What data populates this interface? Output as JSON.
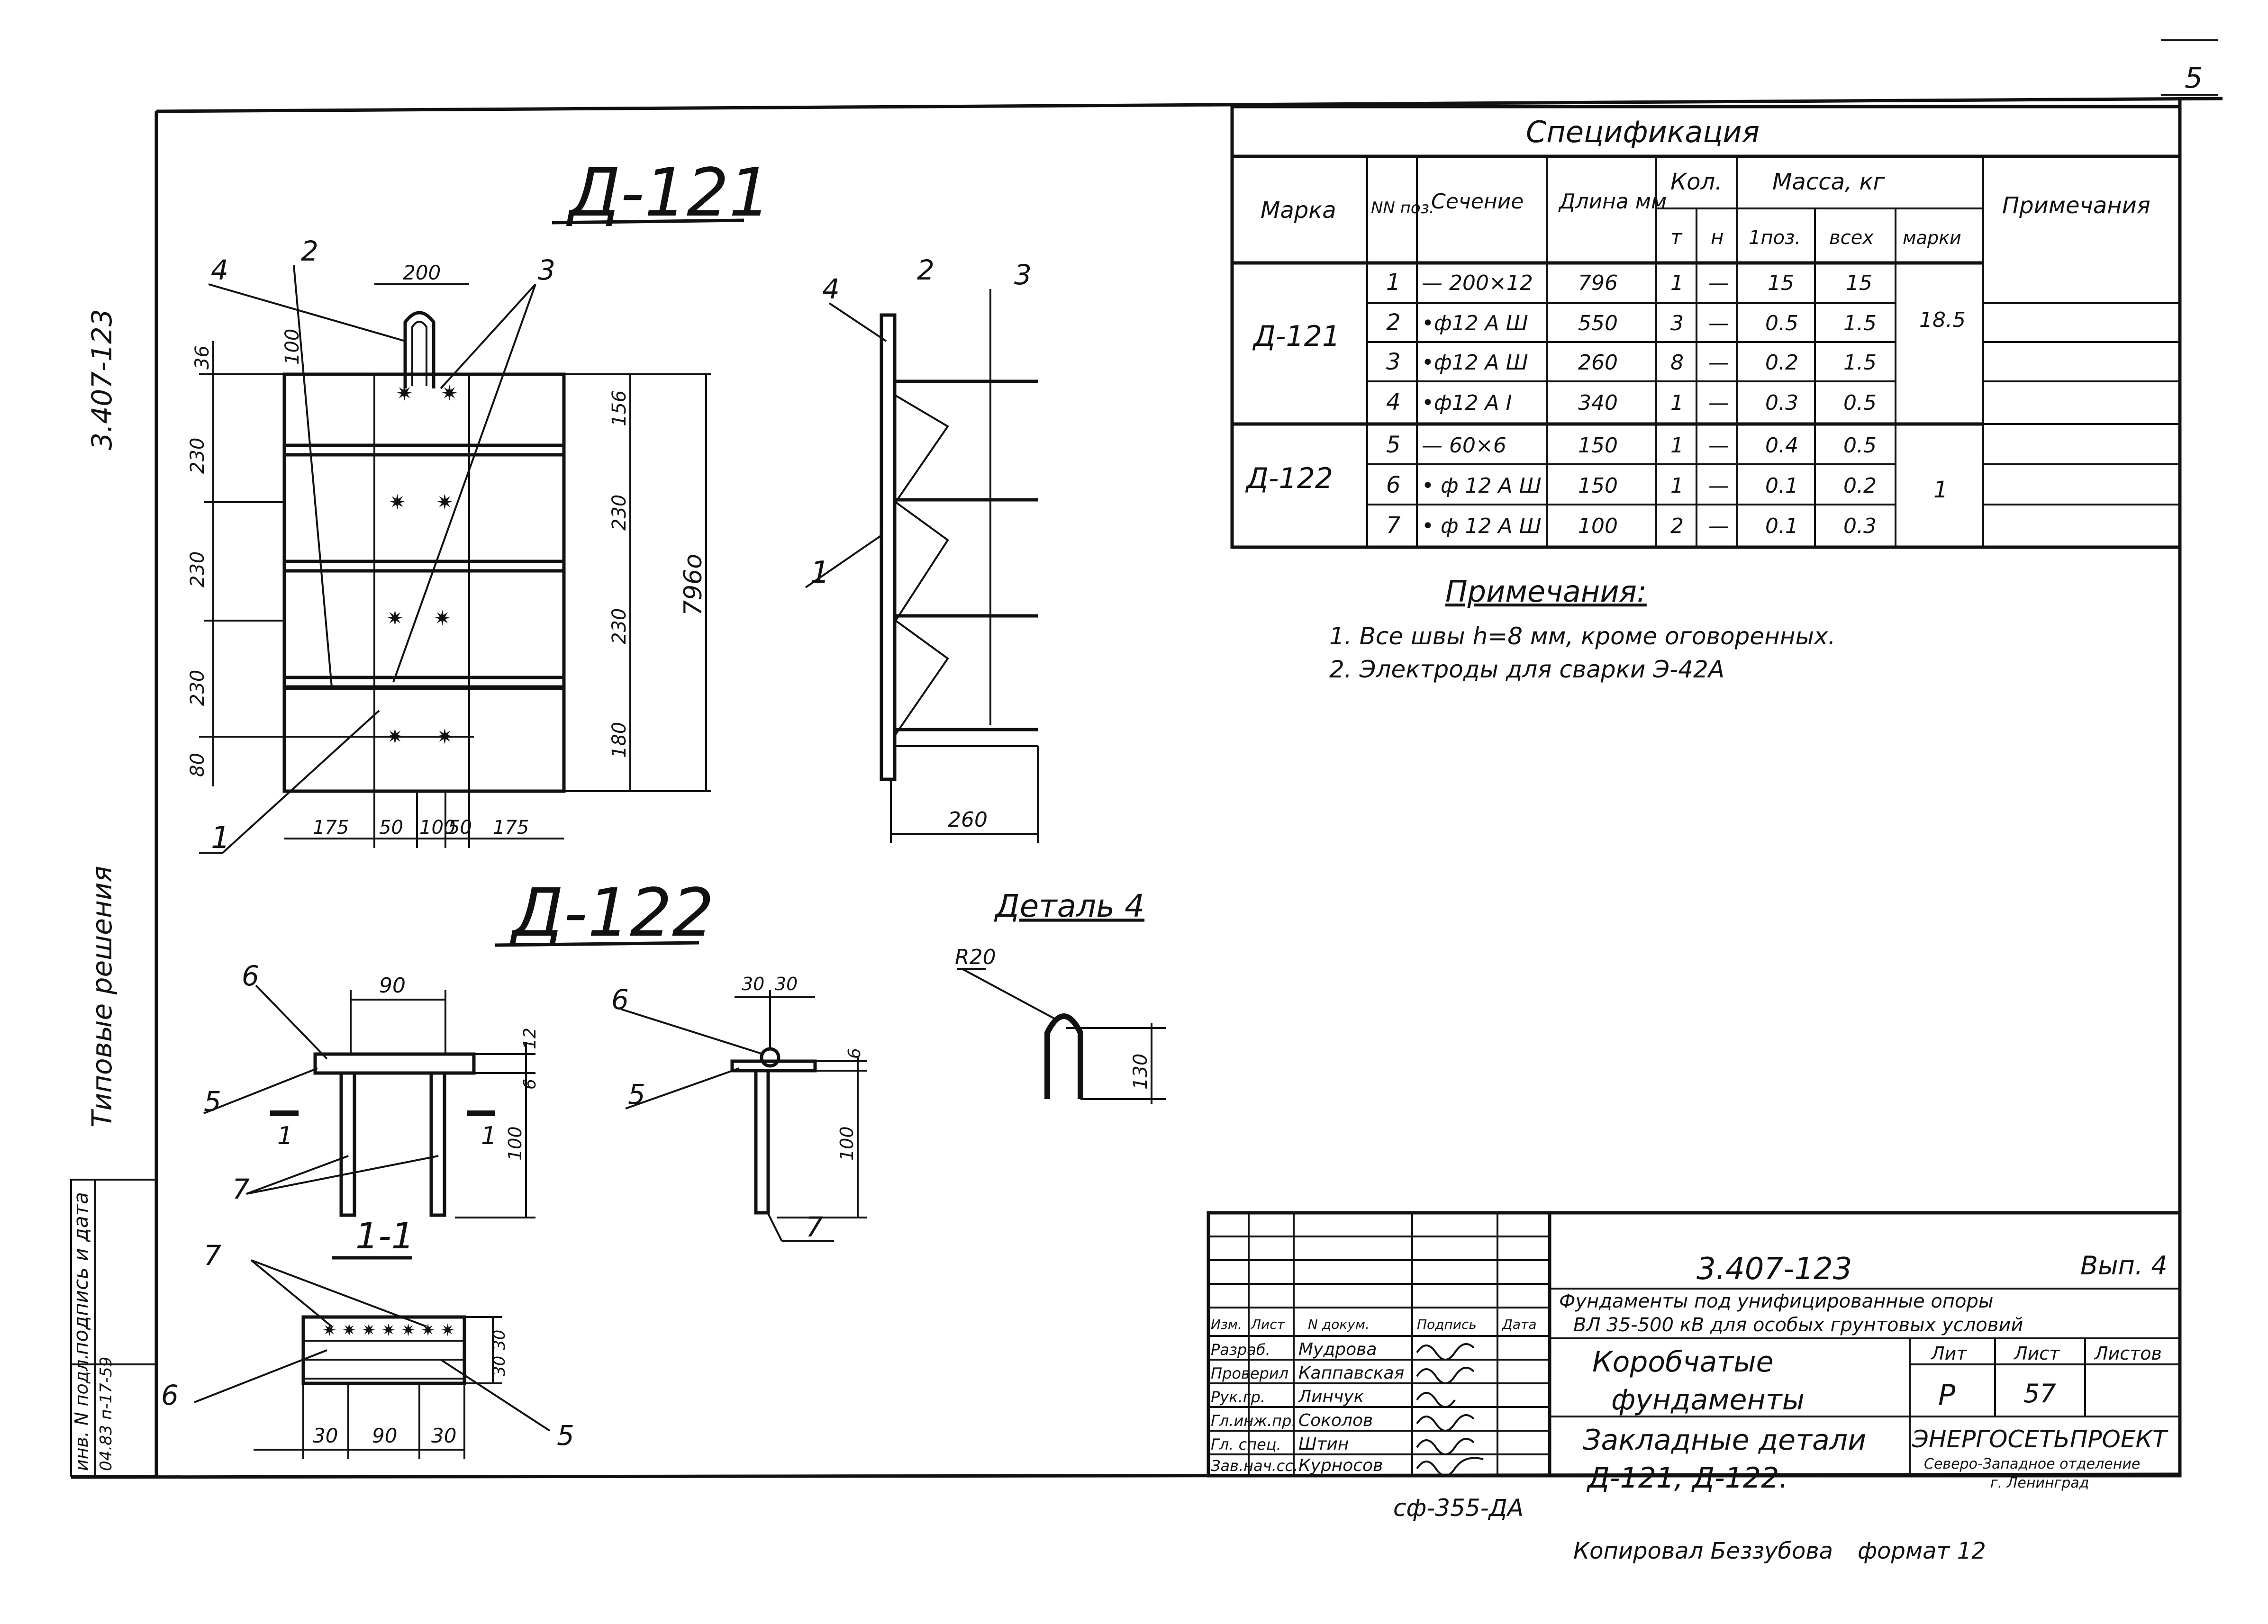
{
  "page_number": "5",
  "side_code": "3.407-123",
  "side_label": "Типовые решения",
  "left_stamp": {
    "label_podpis_data": "подпись и дата",
    "label_inv": "инв. N подл.",
    "inv_value": "04.83 п-17-59"
  },
  "drawing_d121": {
    "title": "Д-121",
    "plan_dims": [
      "36",
      "230",
      "230",
      "230",
      "80",
      "100",
      "156",
      "230",
      "230",
      "180",
      "796о",
      "200",
      "175",
      "50",
      "100",
      "50",
      "175"
    ],
    "callouts": [
      "1",
      "2",
      "3",
      "4"
    ],
    "side_dim": "260"
  },
  "drawing_d122": {
    "title": "Д-122",
    "dims_a": [
      "90",
      "12",
      "6",
      "100"
    ],
    "dims_b": [
      "30",
      "30",
      "6",
      "100"
    ],
    "callouts": [
      "5",
      "6",
      "7"
    ],
    "section_mark": "1"
  },
  "detail4": {
    "title": "Деталь 4",
    "radius": "R20",
    "height": "130"
  },
  "section": {
    "title": "1-1",
    "dims": [
      "30",
      "90",
      "30",
      "30",
      "30"
    ],
    "callouts": [
      "5",
      "6",
      "7"
    ]
  },
  "spec": {
    "title": "Спецификация",
    "headers": {
      "marka": "Марка",
      "nn": "NN поз.",
      "sechenie": "Сечение",
      "dlina": "Длина мм",
      "kol": "Кол.",
      "t": "т",
      "n": "н",
      "massa": "Масса, кг",
      "m_poz": "1поз.",
      "m_all": "всех",
      "m_marki": "марки",
      "prim": "Примечания"
    },
    "groups": [
      {
        "marka": "Д-121",
        "mass_mark": "18.5",
        "rows": [
          {
            "poz": "1",
            "sech": "— 200×12",
            "len": "796",
            "t": "1",
            "n": "—",
            "m1": "15",
            "mall": "15"
          },
          {
            "poz": "2",
            "sech": "•ф12 А Ш",
            "len": "550",
            "t": "3",
            "n": "—",
            "m1": "0.5",
            "mall": "1.5"
          },
          {
            "poz": "3",
            "sech": "•ф12 А Ш",
            "len": "260",
            "t": "8",
            "n": "—",
            "m1": "0.2",
            "mall": "1.5"
          },
          {
            "poz": "4",
            "sech": "•ф12 А I",
            "len": "340",
            "t": "1",
            "n": "—",
            "m1": "0.3",
            "mall": "0.5"
          }
        ]
      },
      {
        "marka": "Д-122",
        "mass_mark": "1",
        "rows": [
          {
            "poz": "5",
            "sech": "— 60×6",
            "len": "150",
            "t": "1",
            "n": "—",
            "m1": "0.4",
            "mall": "0.5"
          },
          {
            "poz": "6",
            "sech": "• ф 12 А Ш",
            "len": "150",
            "t": "1",
            "n": "—",
            "m1": "0.1",
            "mall": "0.2"
          },
          {
            "poz": "7",
            "sech": "• ф 12 А Ш",
            "len": "100",
            "t": "2",
            "n": "—",
            "m1": "0.1",
            "mall": "0.3"
          }
        ]
      }
    ]
  },
  "notes": {
    "title": "Примечания:",
    "items": [
      "1. Все швы h=8 мм, кроме оговоренных.",
      "2. Электроды для сварки Э-42А"
    ]
  },
  "title_block": {
    "code": "3.407-123",
    "vyp": "Вып. 4",
    "subtitle1": "Фундаменты под унифицированные опоры",
    "subtitle2": "ВЛ 35-500 кВ для особых грунтовых условий",
    "col_heads": [
      "Изм.",
      "Лист",
      "N докум.",
      "Подпись",
      "Дата"
    ],
    "roles": [
      "Разраб.",
      "Проверил",
      "Рук.гр.",
      "Гл.инж.пр.",
      "Гл. спец.",
      "Зав.нач.сс."
    ],
    "names": [
      "Мудрова",
      "Каппавская",
      "Линчук",
      "Соколов",
      "Штин",
      "Курносов"
    ],
    "name1": "Коробчатые",
    "name2": "фундаменты",
    "doc1": "Закладные детали",
    "doc2": "Д-121, Д-122.",
    "lit_h": "Лит",
    "list_h": "Лист",
    "listov_h": "Листов",
    "lit": "Р",
    "list": "57",
    "org1": "ЭНЕРГОСЕТЬПРОЕКТ",
    "org2": "Северо-Западное отделение",
    "org3": "г. Ленинград"
  },
  "bottom": {
    "stamp": "сф-355-ДА",
    "copied": "Копировал Беззубова",
    "format": "формат 12"
  }
}
